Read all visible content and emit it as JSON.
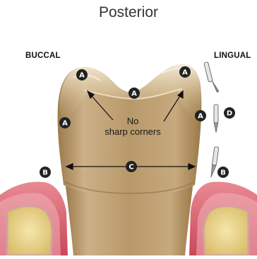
{
  "title": "Posterior",
  "labels": {
    "buccal": "BUCCAL",
    "lingual": "LINGUAL"
  },
  "note": {
    "line1": "No",
    "line2": "sharp corners"
  },
  "markers": {
    "a": "A",
    "b": "B",
    "c": "C",
    "d": "D"
  },
  "colors": {
    "gingiva": "#e06a78",
    "gingiva_dark": "#c8485a",
    "bone": "#efd98e",
    "crown_light": "#e8d6b6",
    "crown_dark": "#b89868",
    "root": "#c8a87e",
    "marker_fill": "#222222",
    "instrument": "#d8d8d8"
  }
}
